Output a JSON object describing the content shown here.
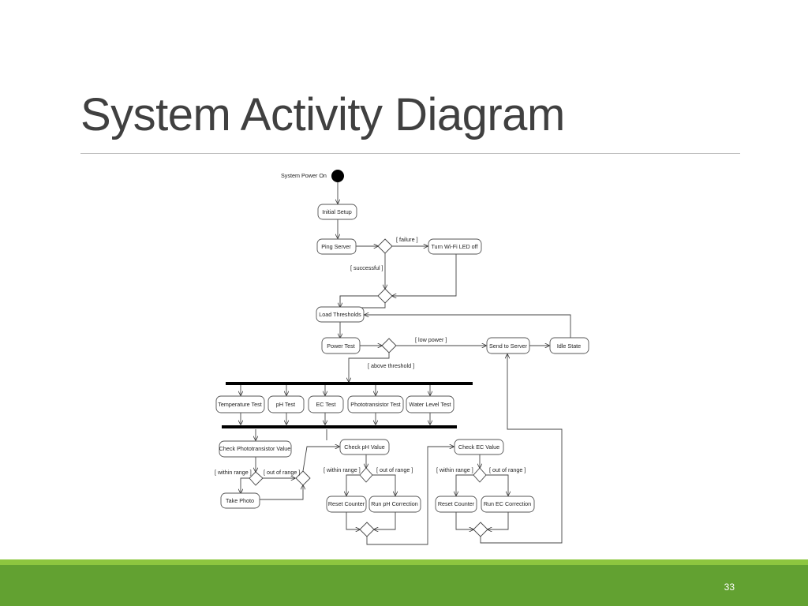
{
  "slide": {
    "title": "System Activity Diagram",
    "page_number": "33",
    "footer_color": "#62a131",
    "footer_accent_color": "#8dc63f"
  },
  "diagram": {
    "start_label": "System Power On",
    "activities": {
      "initial_setup": "Initial Setup",
      "ping_server": "Ping Server",
      "wifi_led_off": "Turn Wi-Fi LED off",
      "load_thresholds": "Load Thresholds",
      "power_test": "Power Test",
      "send_to_server": "Send to Server",
      "idle_state": "Idle State",
      "temperature_test": "Temperature Test",
      "ph_test": "pH Test",
      "ec_test": "EC Test",
      "phototransistor_test": "Phototransistor Test",
      "water_level_test": "Water Level Test",
      "check_phototransistor": "Check Phototransistor Value",
      "take_photo": "Take Photo",
      "check_ph": "Check pH Value",
      "reset_counter_ph": "Reset Counter",
      "run_ph_correction": "Run pH Correction",
      "check_ec": "Check EC Value",
      "reset_counter_ec": "Reset Counter",
      "run_ec_correction": "Run EC Correction"
    },
    "guards": {
      "failure": "[ failure ]",
      "successful": "[ successful ]",
      "low_power": "[ low power ]",
      "above_threshold": "[ above threshold ]",
      "photo_within": "[ within range ]",
      "photo_out": "[ out of range ]",
      "ph_within": "[ within range ]",
      "ph_out": "[ out of range ]",
      "ec_within": "[ within range ]",
      "ec_out": "[ out of range ]"
    }
  }
}
